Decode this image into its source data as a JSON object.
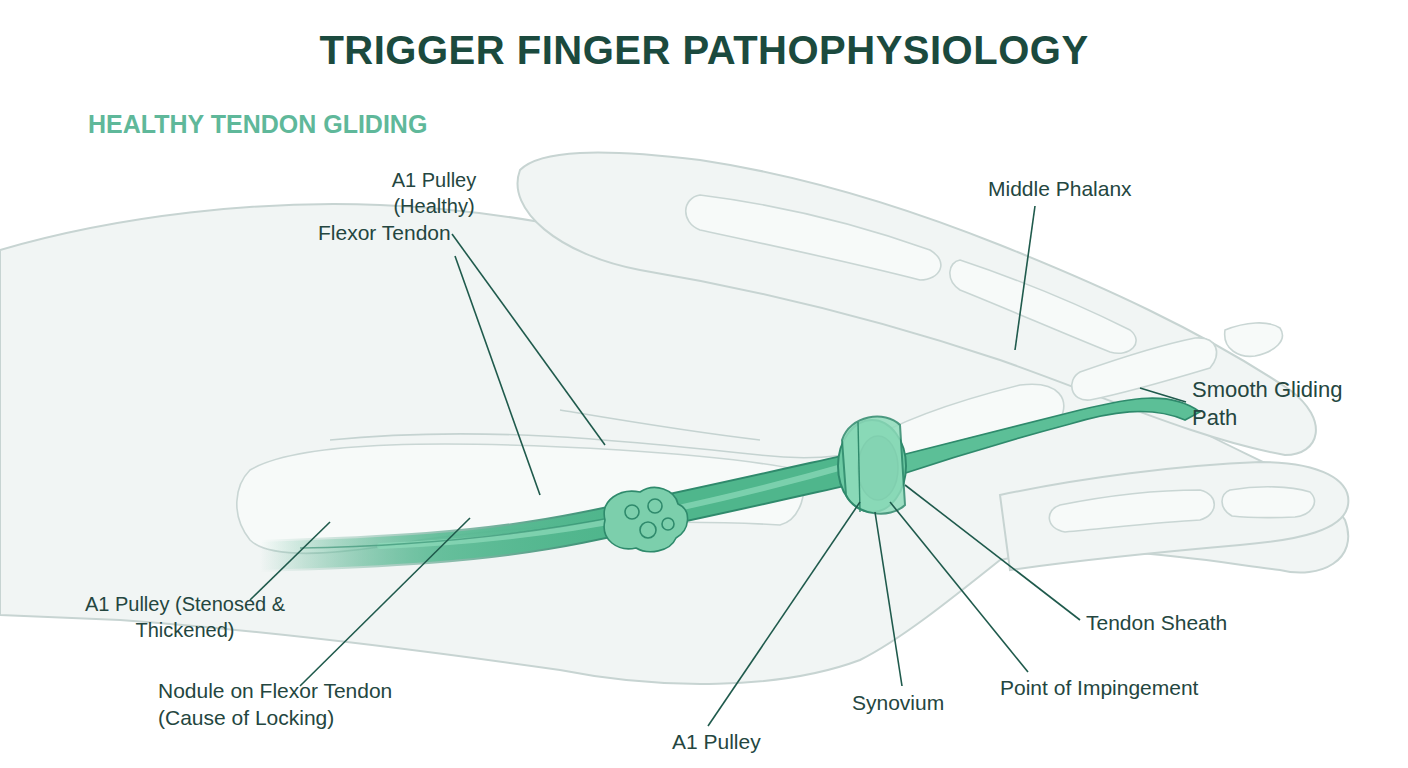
{
  "diagram": {
    "title": "TRIGGER FINGER PATHOPHYSIOLOGY",
    "labels": [
      "HEALTHY TENDON GLIDING",
      "A1 Pulley (Healthy)",
      "Flexor Tendon",
      "Middle Phalanx",
      "Smooth Gliding Path",
      "A1 Pulley (Stenosed & Thickened)",
      "Nodule on Flexor Tendon (Cause of Locking)",
      "A1 Pulley",
      "Synovium",
      "Tendon Sheath",
      "Point of Impingement"
    ]
  }
}
